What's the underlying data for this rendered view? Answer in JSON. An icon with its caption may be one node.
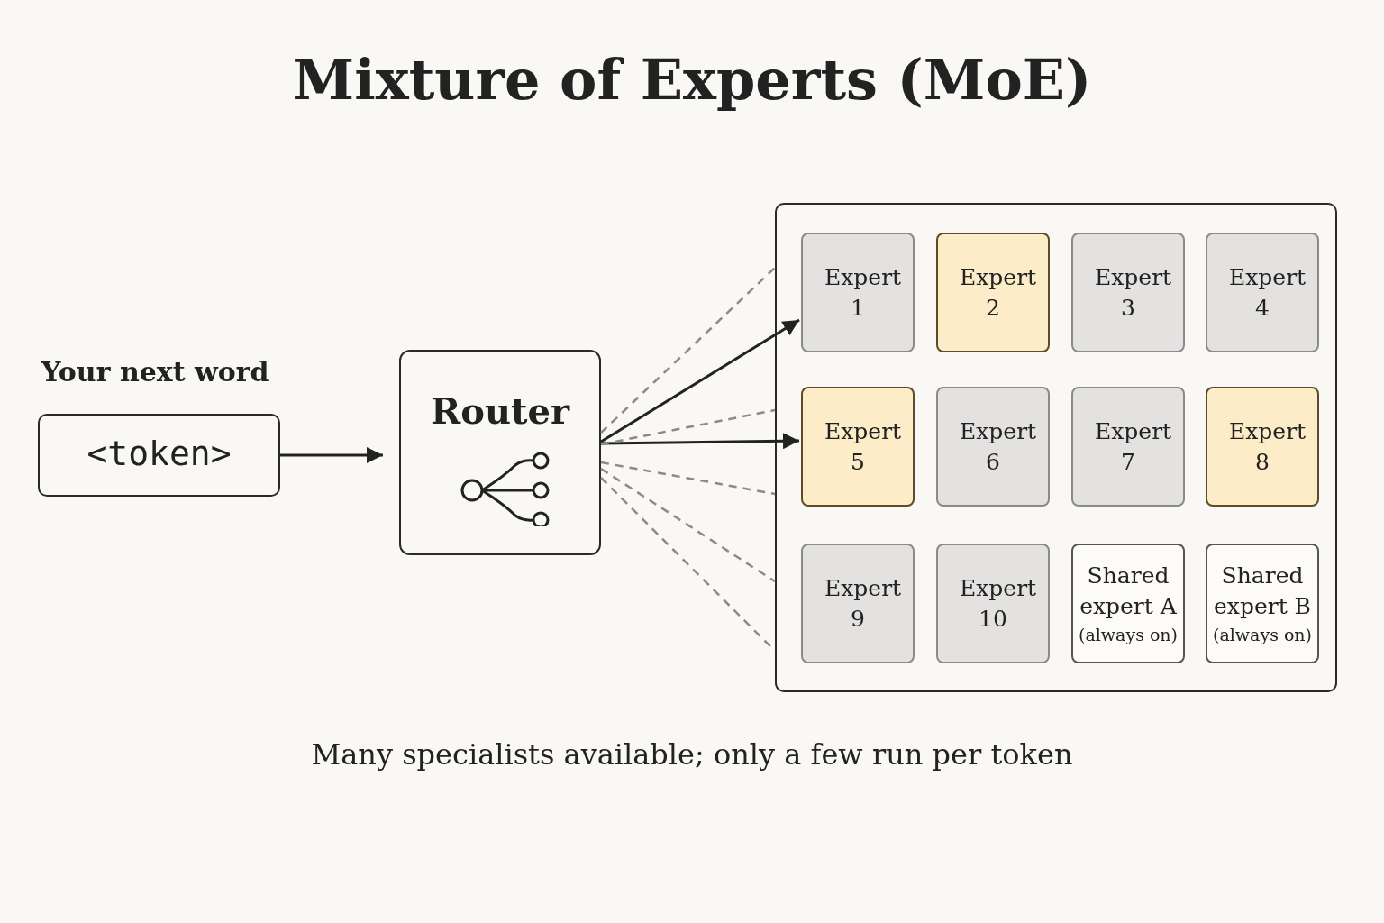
{
  "diagram": {
    "title": "Mixture of Experts (MoE)",
    "caption": "Many specialists available; only a few run per token",
    "nodes": [
      {
        "text": [
          "Your next word",
          "<token>"
        ]
      },
      {
        "text": [
          "Router"
        ]
      },
      {
        "text": [],
        "shape": "box"
      },
      {
        "text": [
          "Expert 1"
        ],
        "in": 2
      },
      {
        "text": [
          "Expert 2"
        ],
        "in": 2
      },
      {
        "text": [
          "Expert 3"
        ],
        "in": 2
      },
      {
        "text": [
          "Expert 4"
        ],
        "in": 2
      },
      {
        "text": [
          "Expert 5"
        ],
        "in": 2
      },
      {
        "text": [
          "Expert 6"
        ],
        "in": 2
      },
      {
        "text": [
          "Expert 7"
        ],
        "in": 2
      },
      {
        "text": [
          "Expert 8"
        ],
        "in": 2
      },
      {
        "text": [
          "Expert 9"
        ],
        "in": 2
      },
      {
        "text": [
          "Expert 10"
        ],
        "in": 2
      },
      {
        "text": [
          "Shared expert A",
          "(always on)"
        ],
        "in": 2
      },
      {
        "text": [
          "Shared expert B",
          "(always on)"
        ],
        "in": 2
      }
    ],
    "edges": [
      {
        "from": 0,
        "to": 1,
        "arrow": "to",
        "color": "#222222"
      },
      {
        "from": 1,
        "to": 3,
        "arrow": "to",
        "color": "#222222"
      },
      {
        "from": 1,
        "to": 7,
        "arrow": "to",
        "color": "#222222"
      },
      {
        "from": 1,
        "to": 2,
        "arrow": "none",
        "style": "dashed"
      },
      {
        "from": 1,
        "to": 2,
        "arrow": "none",
        "style": "dashed"
      },
      {
        "from": 1,
        "to": 2,
        "arrow": "none",
        "style": "dashed"
      },
      {
        "from": 1,
        "to": 2,
        "arrow": "none",
        "style": "dashed"
      },
      {
        "from": 1,
        "to": 2,
        "arrow": "none",
        "style": "dashed"
      }
    ]
  }
}
